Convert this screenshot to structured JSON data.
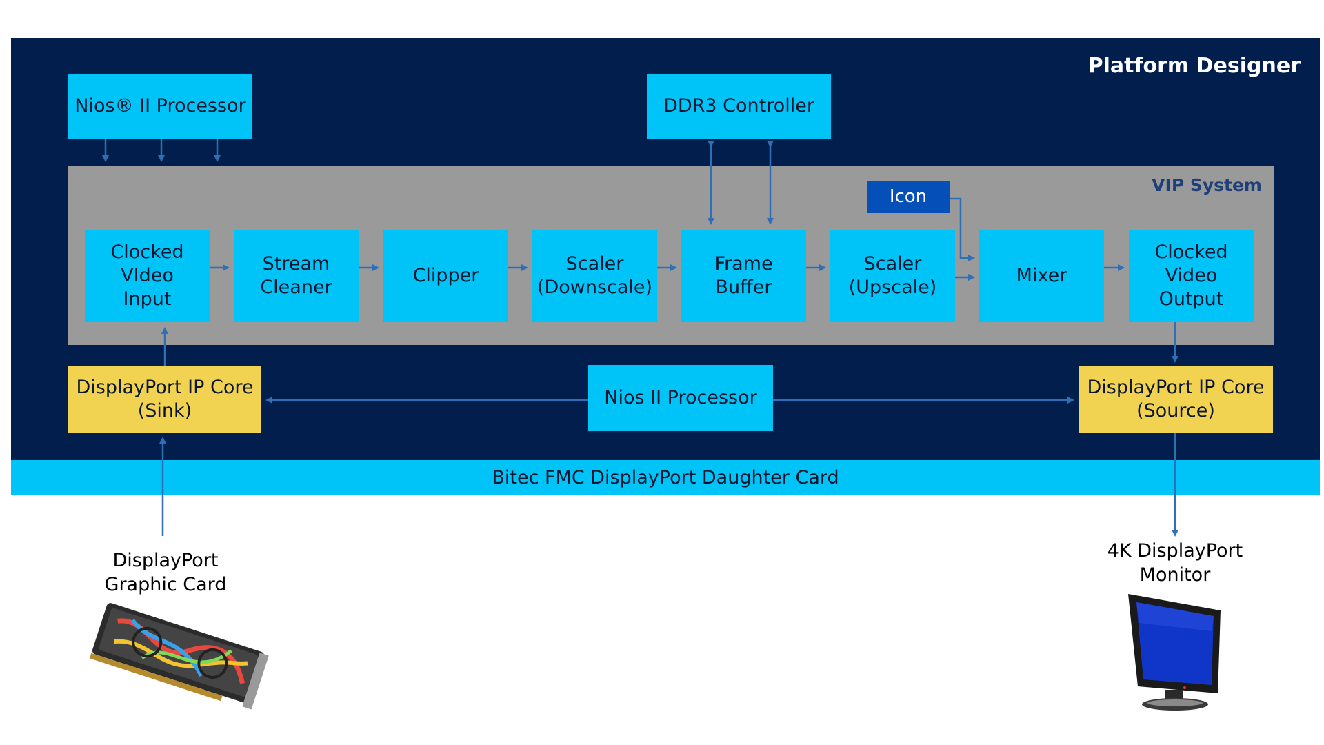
{
  "platform": {
    "title": "Platform Designer"
  },
  "daughter_card": {
    "label": "Bitec FMC DisplayPort Daughter Card"
  },
  "vip_system": {
    "title": "VIP System"
  },
  "top_blocks": {
    "nios_processor_top": "Nios® II Processor",
    "ddr3_controller": "DDR3 Controller"
  },
  "icon_block": {
    "label": "Icon"
  },
  "pipeline": [
    {
      "line1": "Clocked",
      "line2": "VIdeo",
      "line3": "Input"
    },
    {
      "line1": "Stream",
      "line2": "Cleaner"
    },
    {
      "line1": "Clipper"
    },
    {
      "line1": "Scaler",
      "line2": "(Downscale)"
    },
    {
      "line1": "Frame",
      "line2": "Buffer"
    },
    {
      "line1": "Scaler",
      "line2": "(Upscale)"
    },
    {
      "line1": "Mixer"
    },
    {
      "line1": "Clocked",
      "line2": "Video",
      "line3": "Output"
    }
  ],
  "bottom_blocks": {
    "dp_sink_line1": "DisplayPort IP Core",
    "dp_sink_line2": "(Sink)",
    "nios_processor_bottom": "Nios II Processor",
    "dp_source_line1": "DisplayPort IP Core",
    "dp_source_line2": "(Source)"
  },
  "external": {
    "graphic_card_line1": "DisplayPort",
    "graphic_card_line2": "Graphic Card",
    "monitor_line1": "4K DisplayPort",
    "monitor_line2": "Monitor"
  },
  "colors": {
    "platform_bg": "#021e4d",
    "block_cyan": "#00c3f7",
    "block_yellow": "#f2d251",
    "vip_gray": "#9a9a9a",
    "icon_blue": "#0550b8",
    "arrow_blue": "#2f6fb5"
  },
  "icons": [
    "graphic-card-icon",
    "monitor-icon"
  ]
}
